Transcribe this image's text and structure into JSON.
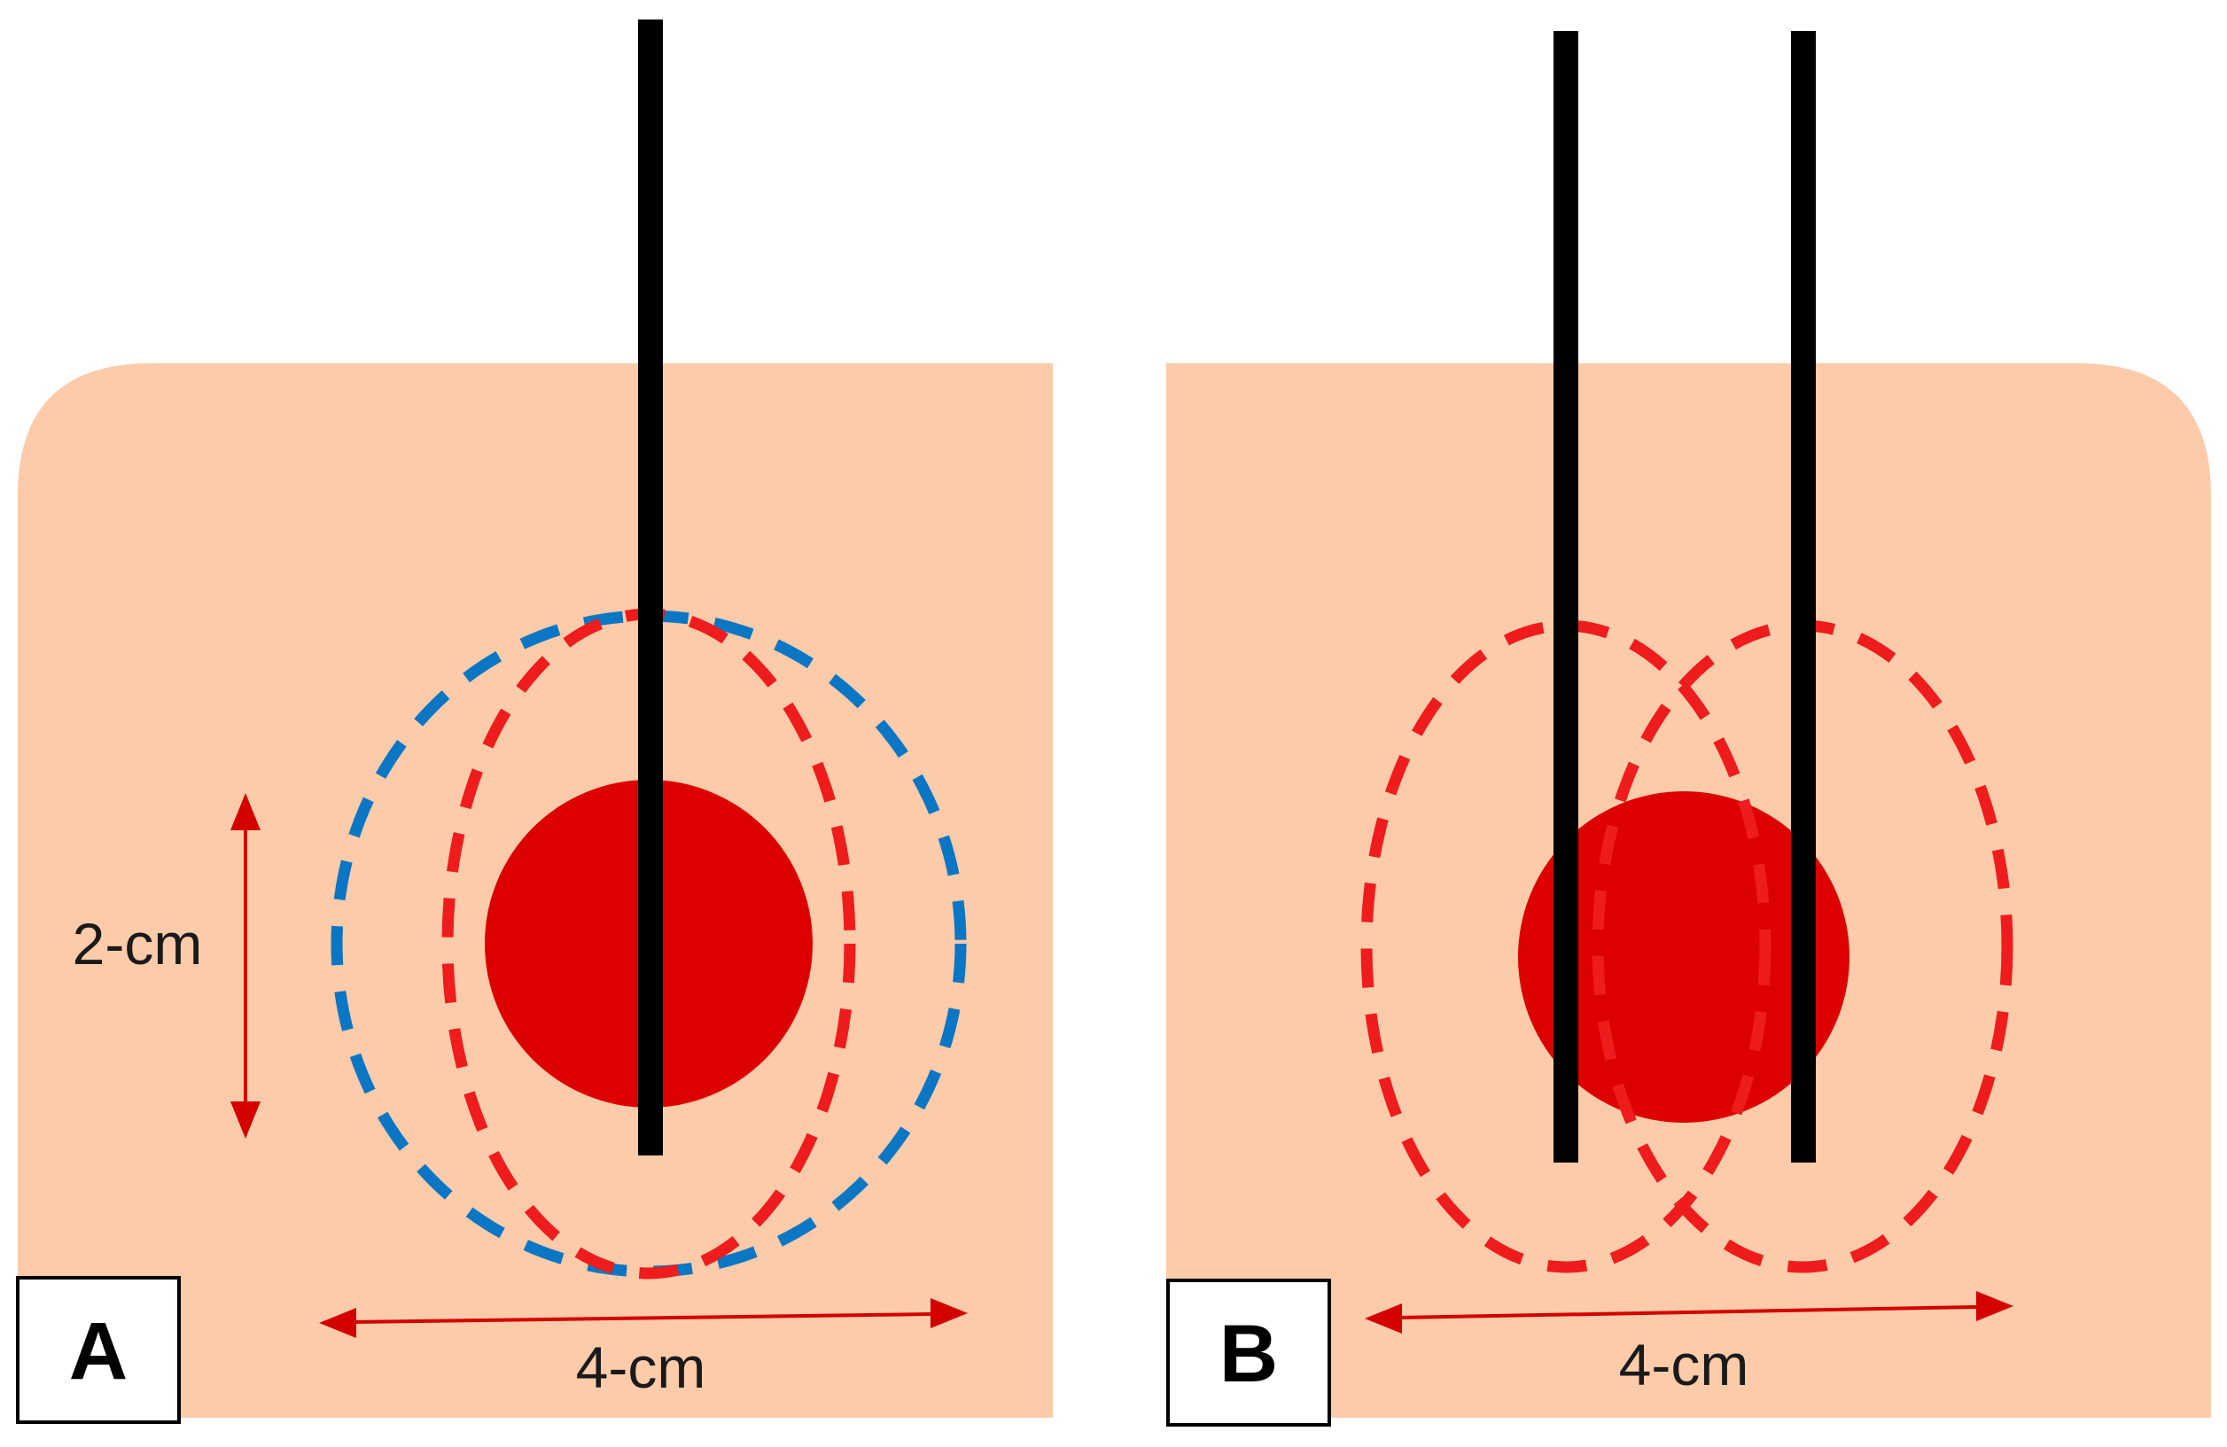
{
  "figure": {
    "panels": [
      {
        "id": "A",
        "label": "A",
        "dimension_vertical": "2-cm",
        "dimension_horizontal": "4-cm",
        "probe_count": 1
      },
      {
        "id": "B",
        "label": "B",
        "dimension_horizontal": "4-cm",
        "probe_count": 2
      }
    ],
    "colors": {
      "tissue": "#fccba9",
      "tumor": "#dd0000",
      "ablation_zone_red": "#ee1c1c",
      "ablation_zone_blue": "#0a76c4",
      "probe": "#000000",
      "dimension_arrow": "#d40000"
    }
  }
}
